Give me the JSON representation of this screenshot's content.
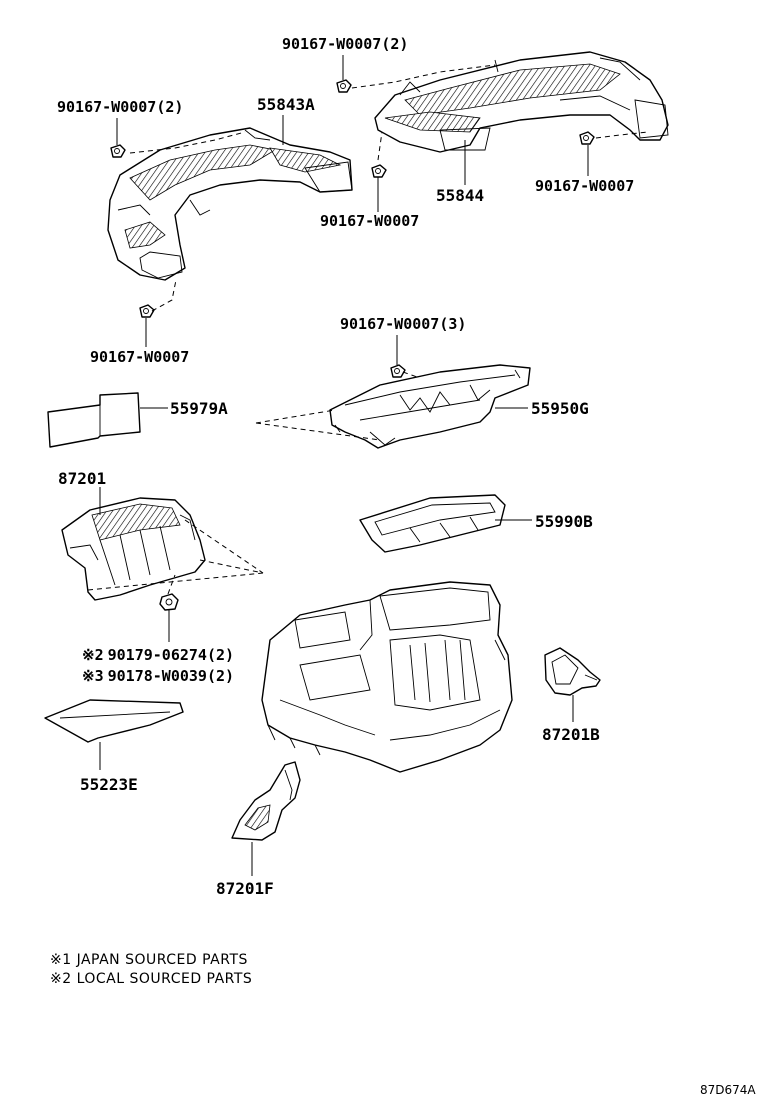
{
  "labels": {
    "bolt_top": "90167-W0007(2)",
    "bolt_left_top": "90167-W0007(2)",
    "duct_55843a": "55843A",
    "duct_55844": "55844",
    "bolt_right": "90167-W0007",
    "bolt_mid": "90167-W0007",
    "bolt_left_bottom": "90167-W0007",
    "bolt_center": "90167-W0007(3)",
    "part_55979a": "55979A",
    "part_55950g": "55950G",
    "part_87201": "87201",
    "part_55990b": "55990B",
    "fastener_1": "90179-06274(2)",
    "fastener_2": "90178-W0039(2)",
    "part_55223e": "55223E",
    "part_87201b": "87201B",
    "part_87201f": "87201F"
  },
  "marks": {
    "fastener_1": "※2",
    "fastener_2": "※3"
  },
  "notes": {
    "note_1": "※1 JAPAN SOURCED PARTS",
    "note_2": "※2 LOCAL SOURCED PARTS"
  },
  "drawing_code": "87D674A"
}
